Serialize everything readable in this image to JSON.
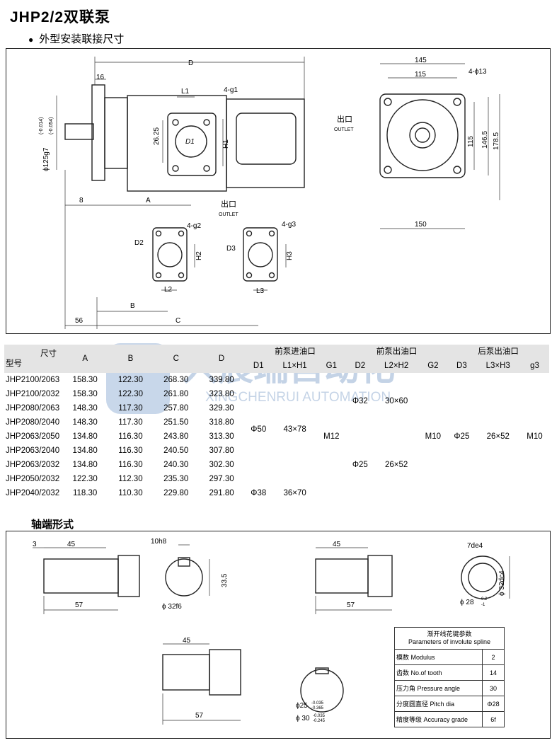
{
  "title": "JHP2/2双联泵",
  "subtitle": "外型安装联接尺寸",
  "drawing": {
    "dims": {
      "D": "D",
      "d16": "16",
      "L1": "L1",
      "g1": "4-g1",
      "d125": "ϕ125g7",
      "tol_up": "(-0.014)",
      "tol_dn": "(-0.054)",
      "d2625": "26.25",
      "D1": "D1",
      "H1": "H1",
      "A": "A",
      "d8": "8",
      "outlet_cn": "出口",
      "outlet_en": "OUTLET",
      "d145": "145",
      "d115a": "115",
      "d13": "4-ϕ13",
      "d115b": "115",
      "d1465": "146.5",
      "d1785": "178.5",
      "d150": "150",
      "g2": "4-g2",
      "D2": "D2",
      "H2": "H2",
      "L2": "L2",
      "B": "B",
      "g3": "4-g3",
      "D3": "D3",
      "H3": "H3",
      "L3": "L3",
      "d56": "56",
      "C": "C"
    }
  },
  "watermark": {
    "cn": "兴宸瑞自动化",
    "en": "XINGCHENRUI AUTOMATION"
  },
  "table": {
    "size_label": "尺寸",
    "model_label": "型号",
    "cols": [
      "A",
      "B",
      "C",
      "D"
    ],
    "group_front_in": "前泵进油口",
    "group_front_out": "前泵出油口",
    "group_rear_out": "后泵出油口",
    "sub": [
      "D1",
      "L1×H1",
      "G1",
      "D2",
      "L2×H2",
      "G2",
      "D3",
      "L3×H3",
      "g3"
    ],
    "rows": [
      [
        "JHP2100/2063",
        "158.30",
        "122.30",
        "268.30",
        "339.80"
      ],
      [
        "JHP2100/2032",
        "158.30",
        "122.30",
        "261.80",
        "323.80"
      ],
      [
        "JHP2080/2063",
        "148.30",
        "117.30",
        "257.80",
        "329.30"
      ],
      [
        "JHP2080/2040",
        "148.30",
        "117.30",
        "251.50",
        "318.80"
      ],
      [
        "JHP2063/2050",
        "134.80",
        "116.30",
        "243.80",
        "313.30"
      ],
      [
        "JHP2063/2040",
        "134.80",
        "116.30",
        "240.50",
        "307.80"
      ],
      [
        "JHP2063/2032",
        "134.80",
        "116.30",
        "240.30",
        "302.30"
      ],
      [
        "JHP2050/2032",
        "122.30",
        "112.30",
        "235.30",
        "297.30"
      ],
      [
        "JHP2040/2032",
        "118.30",
        "110.30",
        "229.80",
        "291.80"
      ]
    ],
    "D1_main": "Φ50",
    "L1H1_main": "43×78",
    "G1": "M12",
    "D2_a": "Φ32",
    "L2H2_a": "30×60",
    "D2_b": "Φ25",
    "L2H2_b": "26×52",
    "G2": "M10",
    "D3": "Φ25",
    "L3H3": "26×52",
    "g3": "M10",
    "D1_last": "Φ38",
    "L1H1_last": "36×70"
  },
  "shaft": {
    "title": "轴端形式",
    "s1": {
      "d3": "3",
      "d45": "45",
      "d57": "57",
      "key": "10h8",
      "d335": "33.5",
      "dia": "ϕ 32f6"
    },
    "s2": {
      "d45": "45",
      "d57": "57",
      "key": "7de4",
      "d32": "ϕ 32dc4",
      "d28": "ϕ 28",
      "tol_up": "-0.2",
      "tol_dn": "-1"
    },
    "s3": {
      "d45": "45",
      "d57": "57",
      "d25": "ϕ25",
      "t25a": "-0.035",
      "t25b": "-0.365",
      "d30": "ϕ 30",
      "t30a": "-0.035",
      "t30b": "-0.245"
    }
  },
  "spline": {
    "title_cn": "渐开线花键参数",
    "title_en": "Parameters of involute spline",
    "rows": [
      {
        "label": "模数  Modulus",
        "value": "2"
      },
      {
        "label": "齿数 No.of tooth",
        "value": "14"
      },
      {
        "label": "压力角 Pressure angle",
        "value": "30"
      },
      {
        "label": "分度圆直径 Pitch dia",
        "value": "Φ28"
      },
      {
        "label": "精度等级 Accuracy grade",
        "value": "6f"
      }
    ]
  }
}
